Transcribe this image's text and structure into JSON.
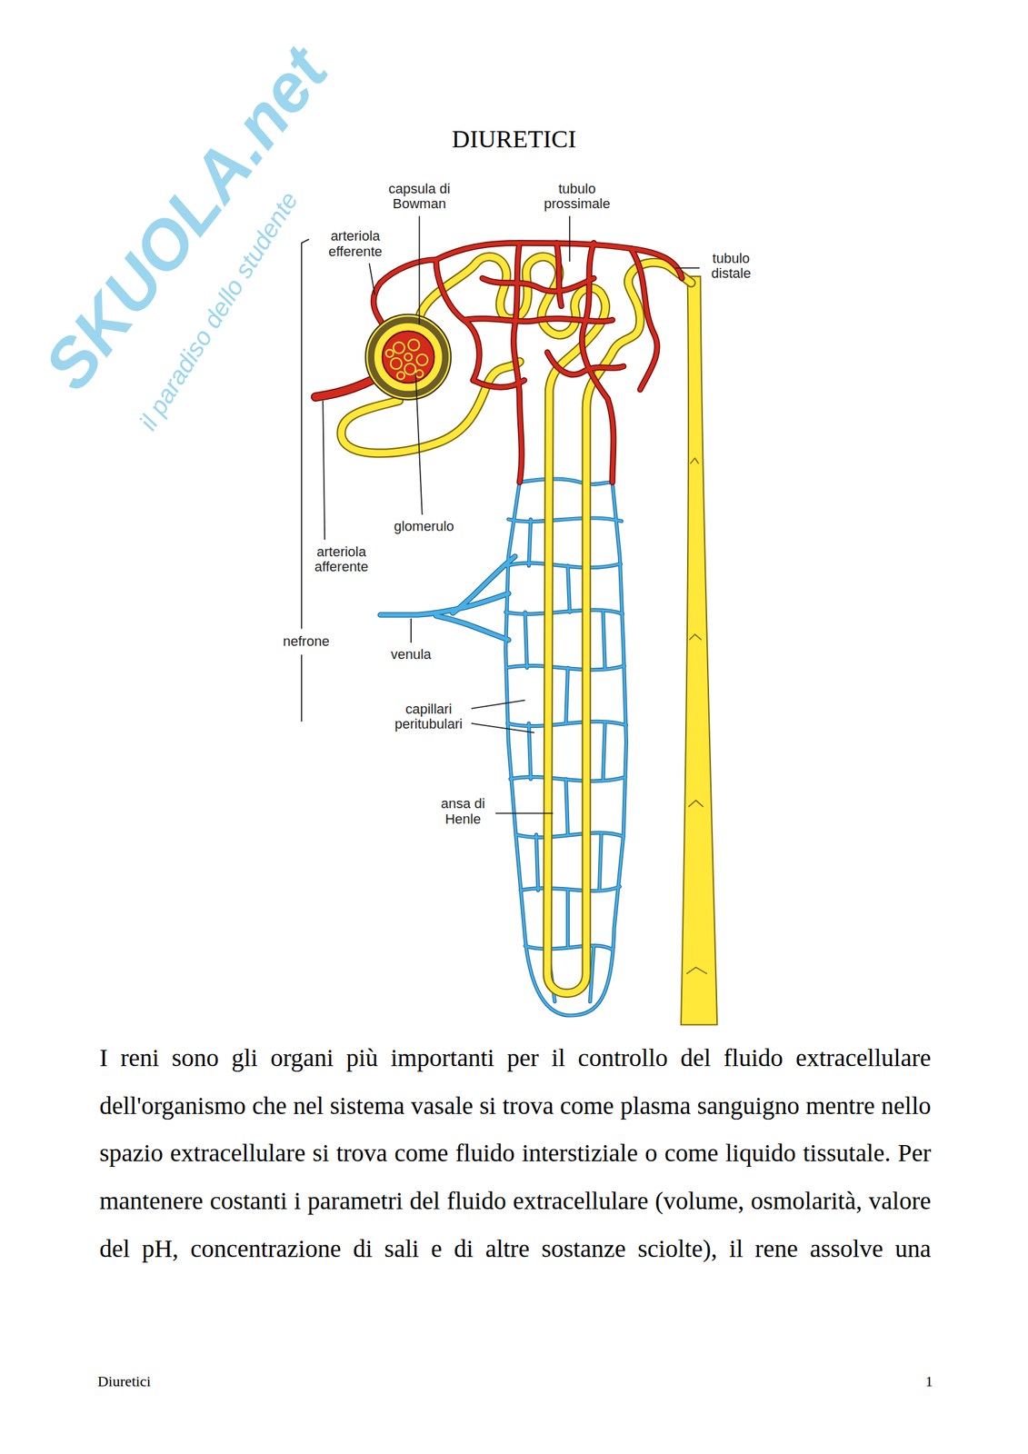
{
  "diagram": {
    "title": "DIURETICI",
    "labels": [
      "SKUOLA.net",
      "il paradiso dello studente",
      "capsula di Bowman",
      "tubulo prossimale",
      "arteriola efferente",
      "tubulo distale",
      "glomerulo",
      "arteriola afferente",
      "nefrone",
      "venula",
      "capillari peritubulari",
      "ansa di Henle",
      "I reni sono gli organi più importanti per il controllo del fluido extracellulare dell'organismo che nel sistema vasale si trova come plasma sanguigno mentre nello spazio extracellulare si trova come fluido interstiziale o come liquido tissutale. Per mantenere costanti i parametri del fluido extracellulare (volume, osmolarità, valore del pH, concentrazione di sali e di altre sostanze sciolte), il rene assolve una",
      "Diuretici",
      "1"
    ]
  }
}
